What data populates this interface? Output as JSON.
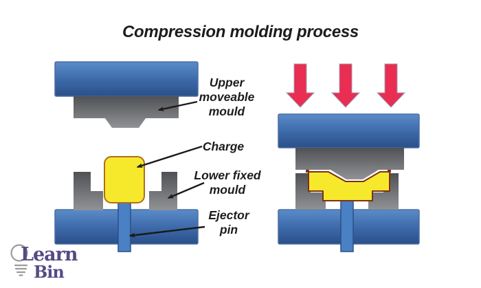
{
  "title": "Compression molding process",
  "labels": {
    "upper_mould": "Upper\nmoveable\nmould",
    "charge": "Charge",
    "lower_mould": "Lower fixed\nmould",
    "ejector_pin": "Ejector\npin"
  },
  "logo": {
    "line1": "Learn",
    "line2": "Bin"
  },
  "colors": {
    "plate_blue_top": "#5587c5",
    "plate_blue_bottom": "#2b4f88",
    "plate_border": "#4a6ea3",
    "mould_gray_top": "#4f5154",
    "mould_gray_bottom": "#909295",
    "charge_yellow": "#f6e92c",
    "charge_border_open": "#b06c1c",
    "charge_border_pressed": "#7e3016",
    "ejector_pin_blue": "#4a80c4",
    "press_arrow_red": "#ea2d52",
    "pointer_black": "#1a1a1a",
    "text": "#1c1c1c",
    "logo_purple": "#564a85"
  },
  "press_arrow_count": 3
}
